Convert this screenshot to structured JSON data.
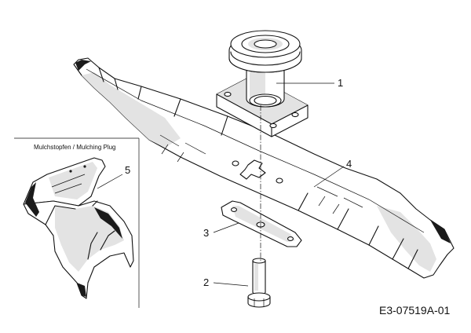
{
  "diagram": {
    "inset_title": "Mulchstopfen / Mulching Plug",
    "drawing_code": "E3-07519A-01",
    "callouts": [
      {
        "id": "1",
        "label": "1"
      },
      {
        "id": "2",
        "label": "2"
      },
      {
        "id": "3",
        "label": "3"
      },
      {
        "id": "4",
        "label": "4"
      },
      {
        "id": "5",
        "label": "5"
      }
    ]
  }
}
